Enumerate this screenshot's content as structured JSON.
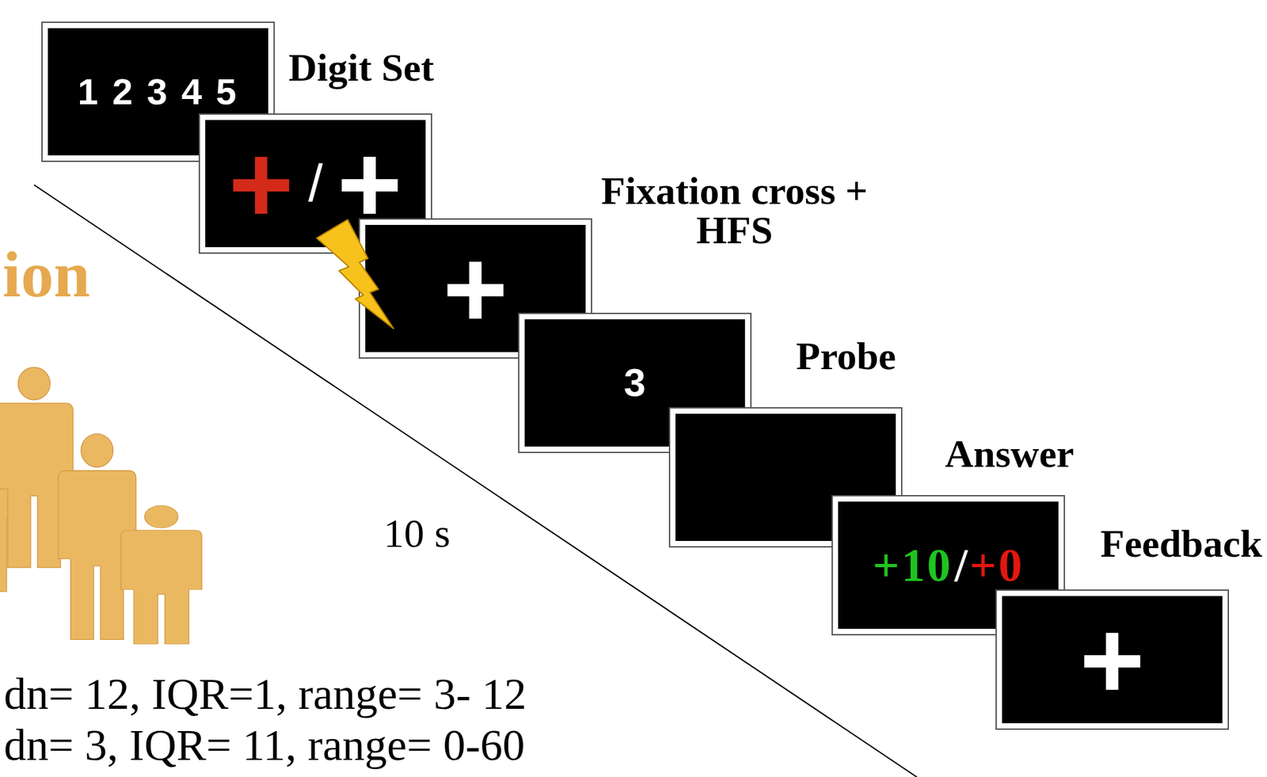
{
  "diagram": {
    "nodes": [
      {
        "text": [
          "1 2 3 4 5"
        ]
      },
      {
        "text": [
          "+",
          "/",
          "+"
        ]
      },
      {
        "text": [
          "+"
        ]
      },
      {
        "text": [
          "3"
        ]
      },
      {
        "text": [
          "+10",
          "/",
          "+0"
        ]
      },
      {
        "text": [
          "+"
        ]
      }
    ],
    "labels": [
      "Digit Set",
      "Fixation cross + HFS",
      "Probe",
      "Answer",
      "Feedback",
      "10 s",
      "ion",
      "dn= 12, IQR=1, range= 3- 12",
      "dn= 3, IQR= 11, range= 0-60"
    ]
  }
}
